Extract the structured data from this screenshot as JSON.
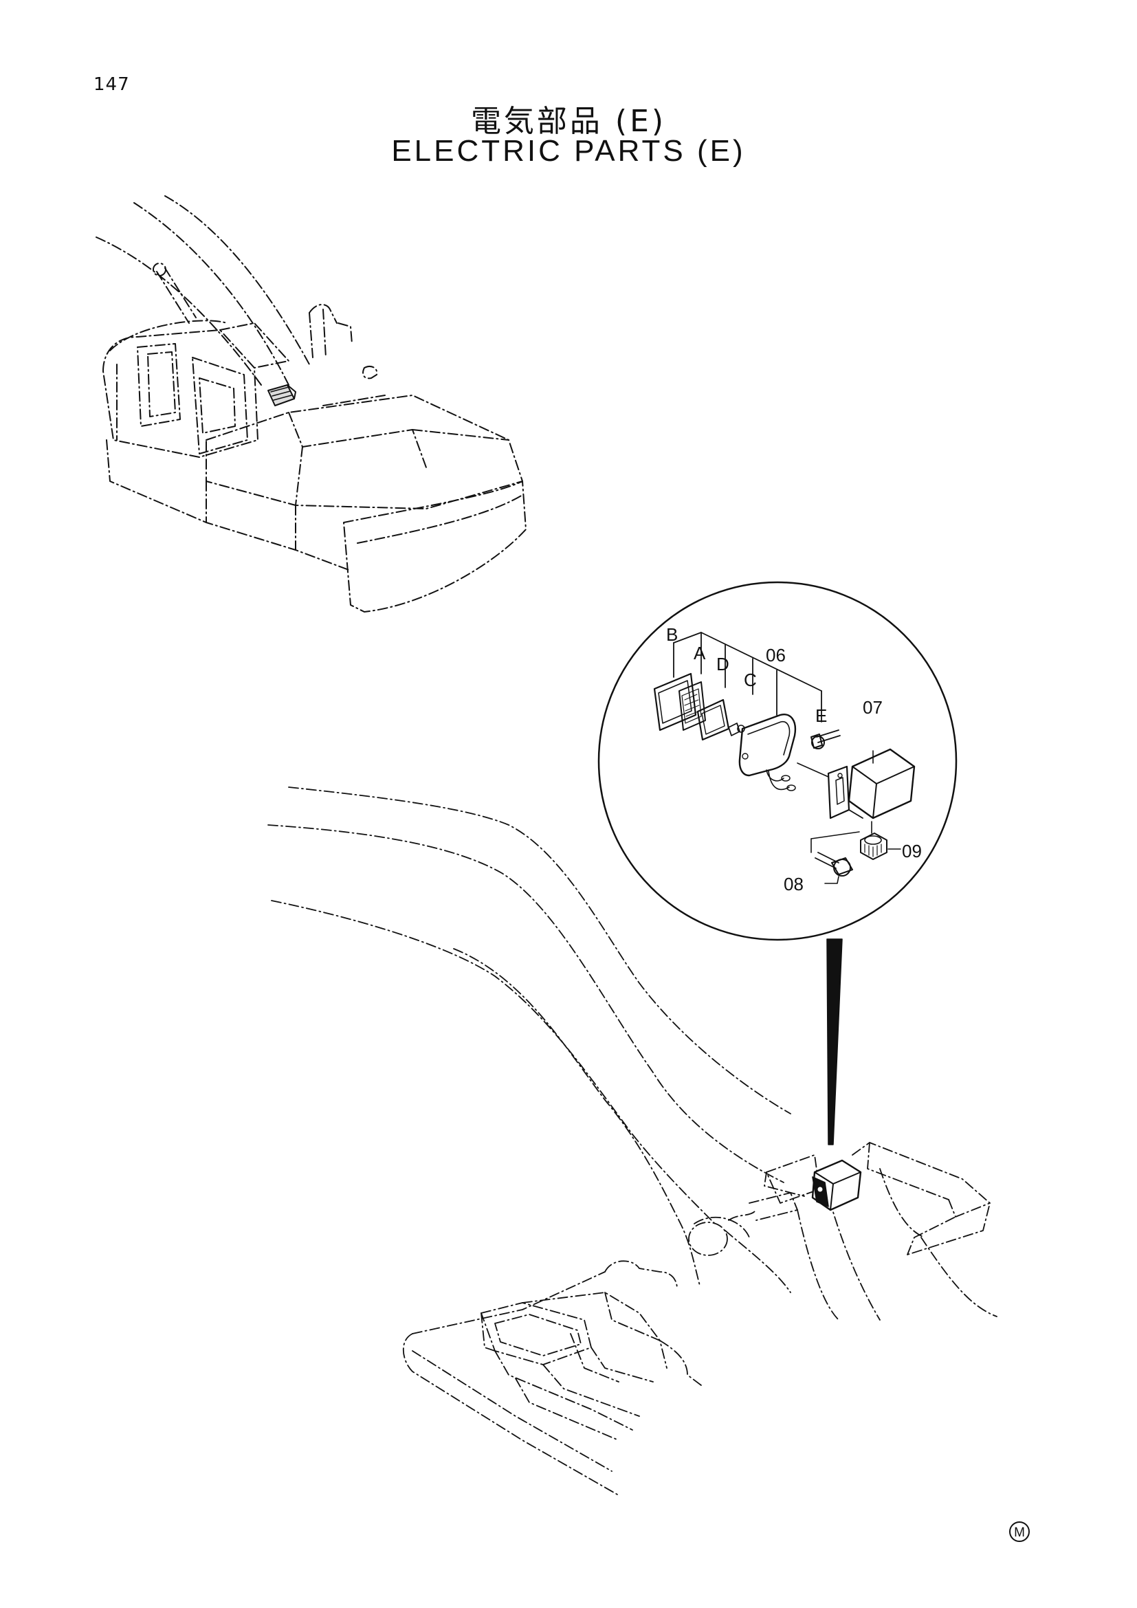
{
  "page": {
    "number": "147",
    "title_jp": "電気部品 (E)",
    "title_en": "ELECTRIC PARTS (E)",
    "mark": "M"
  },
  "callouts": {
    "b": "B",
    "a": "A",
    "d": "D",
    "c": "C",
    "e": "E",
    "p06": "06",
    "p07": "07",
    "p08": "08",
    "p09": "09"
  }
}
